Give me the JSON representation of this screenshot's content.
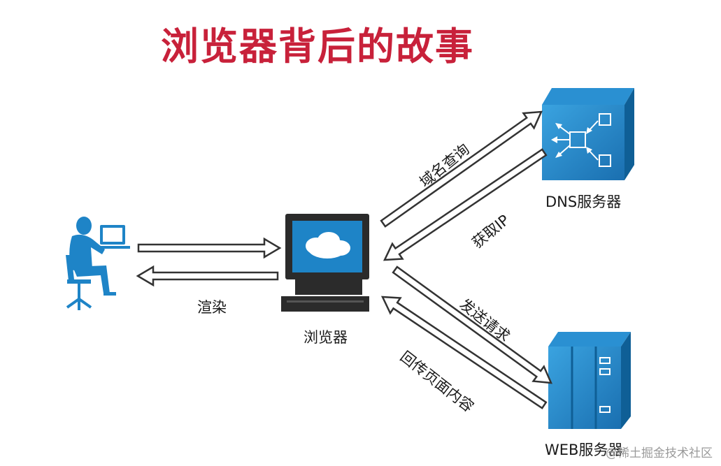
{
  "title": "浏览器背后的故事",
  "nodes": {
    "browser": "浏览器",
    "dns_server": "DNS服务器",
    "web_server": "WEB服务器"
  },
  "edges": {
    "render": "渲染",
    "dns_query": "域名查询",
    "get_ip": "获取IP",
    "send_request": "发送请求",
    "return_page": "回传页面内容"
  },
  "watermark": "@稀土掘金技术社区",
  "colors": {
    "title": "#c8213a",
    "accent_blue": "#1e84c7",
    "dark_blue": "#0f5f96",
    "monitor_gray": "#2b2b2b",
    "arrow_fill": "#ffffff",
    "arrow_stroke": "#333333"
  },
  "icons": {
    "user": "user-at-computer-icon",
    "browser": "computer-monitor-cloud-icon",
    "dns": "dns-server-box-icon",
    "web": "web-server-rack-icon"
  }
}
